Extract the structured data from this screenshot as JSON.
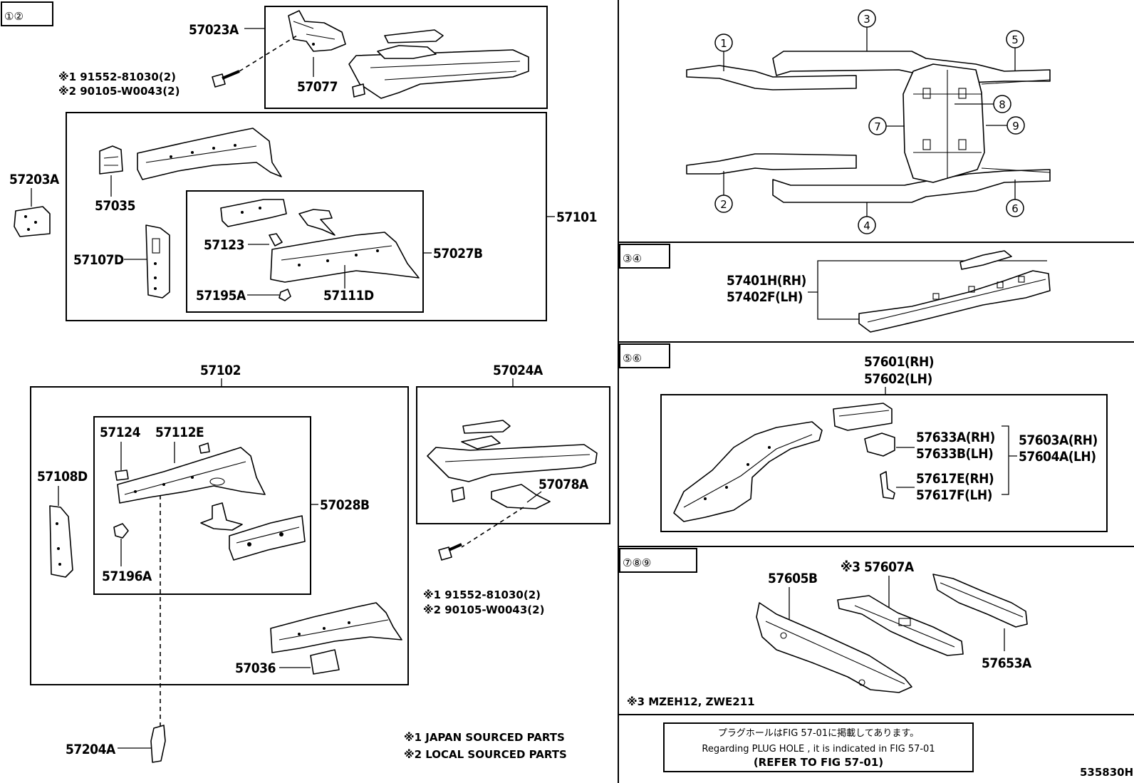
{
  "header": {
    "group_badge": "①②"
  },
  "panels": {
    "p1": {
      "badge": "③④"
    },
    "p2": {
      "badge": "⑤⑥"
    },
    "p3": {
      "badge": "⑦⑧⑨"
    }
  },
  "overview": {
    "markers": [
      "1",
      "2",
      "3",
      "4",
      "5",
      "6",
      "7",
      "8",
      "9"
    ]
  },
  "parts": {
    "p57023A": "57023A",
    "p57077": "57077",
    "fastener_top_1": "※1 91552-81030(2)",
    "fastener_top_2": "※2 90105-W0043(2)",
    "p57203A": "57203A",
    "p57035": "57035",
    "p57101": "57101",
    "p57107D": "57107D",
    "p57123": "57123",
    "p57027B": "57027B",
    "p57195A": "57195A",
    "p57111D": "57111D",
    "p57102": "57102",
    "p57024A": "57024A",
    "p57108D": "57108D",
    "p57124": "57124",
    "p57112E": "57112E",
    "p57028B": "57028B",
    "p57196A": "57196A",
    "p57078A": "57078A",
    "fastener_mid_1": "※1 91552-81030(2)",
    "fastener_mid_2": "※2 90105-W0043(2)",
    "p57036": "57036",
    "p57204A": "57204A",
    "p57401H": "57401H(RH)",
    "p57402F": "57402F(LH)",
    "p57601": "57601(RH)",
    "p57602": "57602(LH)",
    "p57633A": "57633A(RH)",
    "p57633B": "57633B(LH)",
    "p57603A": "57603A(RH)",
    "p57604A": "57604A(LH)",
    "p57617E": "57617E(RH)",
    "p57617F": "57617F(LH)",
    "p57605B": "57605B",
    "p57607A": "※3 57607A",
    "p57653A": "57653A"
  },
  "notes": {
    "japan": "※1 JAPAN SOURCED PARTS",
    "local": "※2 LOCAL SOURCED PARTS",
    "model": "※3 MZEH12, ZWE211",
    "plug_jp": "プラグホールはFIG 57-01に掲載してあります。",
    "plug_en": "Regarding PLUG HOLE , it is indicated in FIG 57-01",
    "plug_ref": "(REFER TO FIG 57-01)",
    "catalog_id": "535830H"
  }
}
